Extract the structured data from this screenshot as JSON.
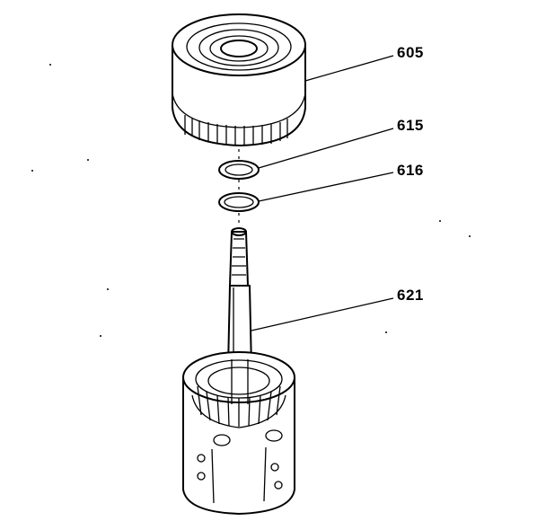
{
  "callouts": [
    {
      "id": "605",
      "label": "605"
    },
    {
      "id": "615",
      "label": "615"
    },
    {
      "id": "616",
      "label": "616"
    },
    {
      "id": "621",
      "label": "621"
    }
  ],
  "colors": {
    "line": "#000000",
    "background": "#ffffff"
  }
}
